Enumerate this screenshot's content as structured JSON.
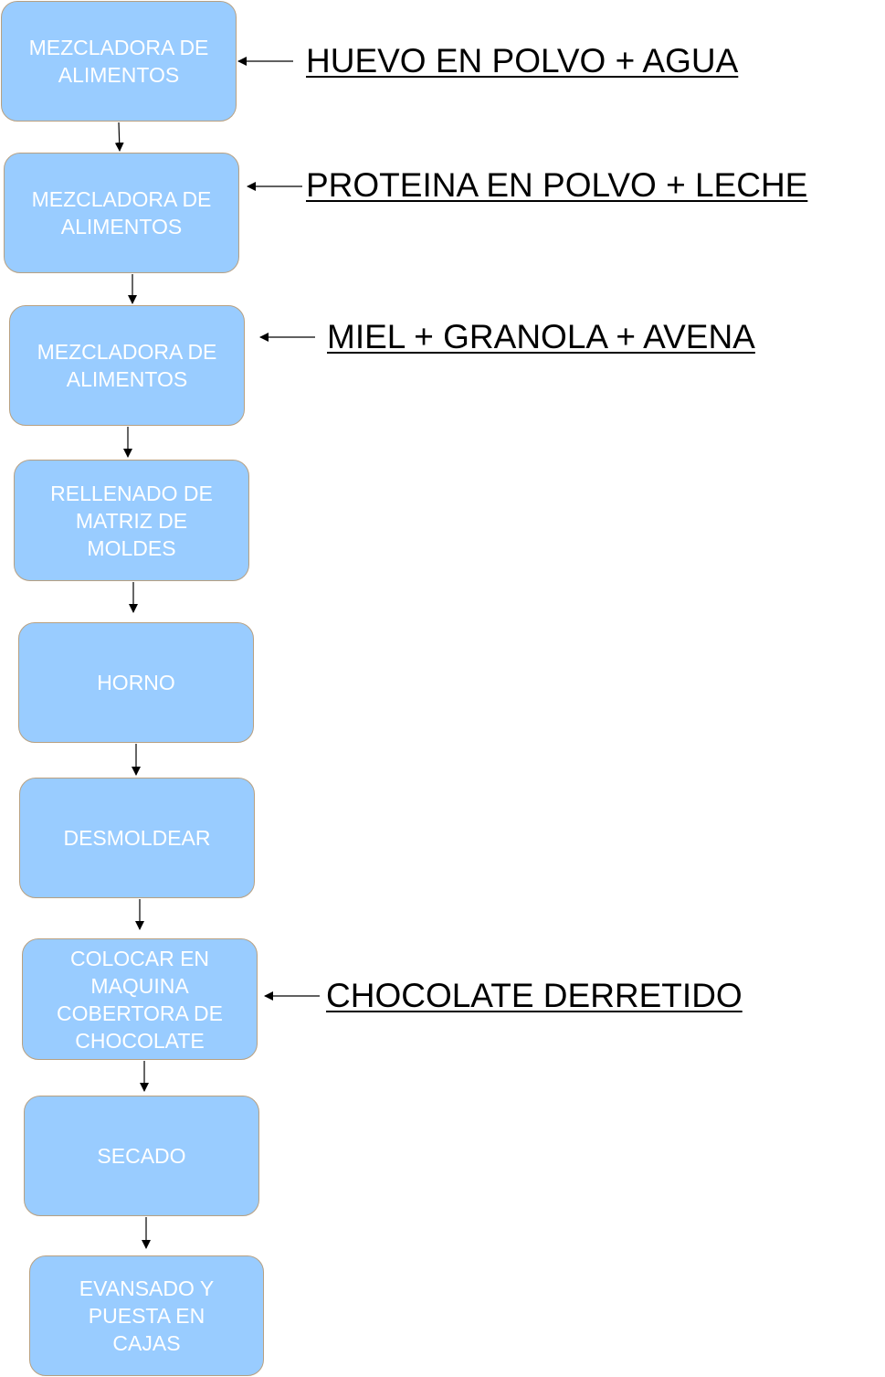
{
  "steps": [
    {
      "label": "MEZCLADORA DE\nALIMENTOS"
    },
    {
      "label": "MEZCLADORA DE\nALIMENTOS"
    },
    {
      "label": "MEZCLADORA DE\nALIMENTOS"
    },
    {
      "label": "RELLENADO DE\nMATRIZ DE\nMOLDES"
    },
    {
      "label": "HORNO"
    },
    {
      "label": "DESMOLDEAR"
    },
    {
      "label": "COLOCAR EN\nMAQUINA\nCOBERTORA DE\nCHOCOLATE"
    },
    {
      "label": "SECADO"
    },
    {
      "label": "EVANSADO Y\nPUESTA EN\nCAJAS"
    }
  ],
  "inputs": [
    {
      "label": "HUEVO EN POLVO + AGUA"
    },
    {
      "label": "PROTEINA EN POLVO + LECHE"
    },
    {
      "label": "MIEL + GRANOLA + AVENA"
    },
    {
      "label": "CHOCOLATE DERRETIDO"
    }
  ],
  "colors": {
    "box_fill": "#99ccff",
    "box_border": "#b8a080",
    "box_text": "#ffffff",
    "arrow": "#000000"
  }
}
